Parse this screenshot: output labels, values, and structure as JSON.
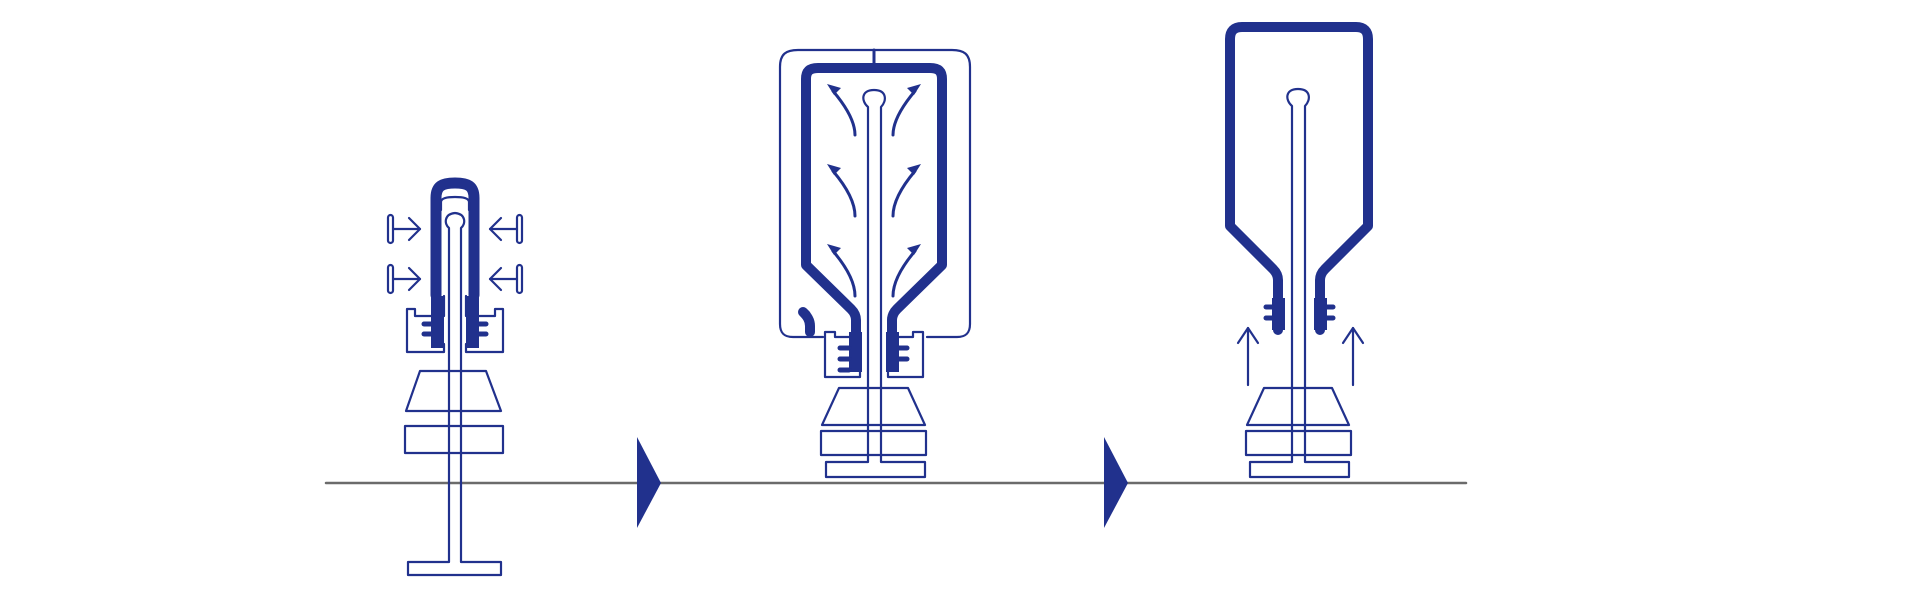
{
  "diagram": {
    "stroke_color": "#21318d",
    "timeline_color": "#6b6b6b",
    "background": "#ffffff",
    "stages": [
      {
        "id": "stage-1",
        "description_shown": false
      },
      {
        "id": "stage-2",
        "description_shown": false
      },
      {
        "id": "stage-3",
        "description_shown": false
      }
    ],
    "transitions": 2,
    "timeline_marker_icon": "play-triangle-icon"
  }
}
